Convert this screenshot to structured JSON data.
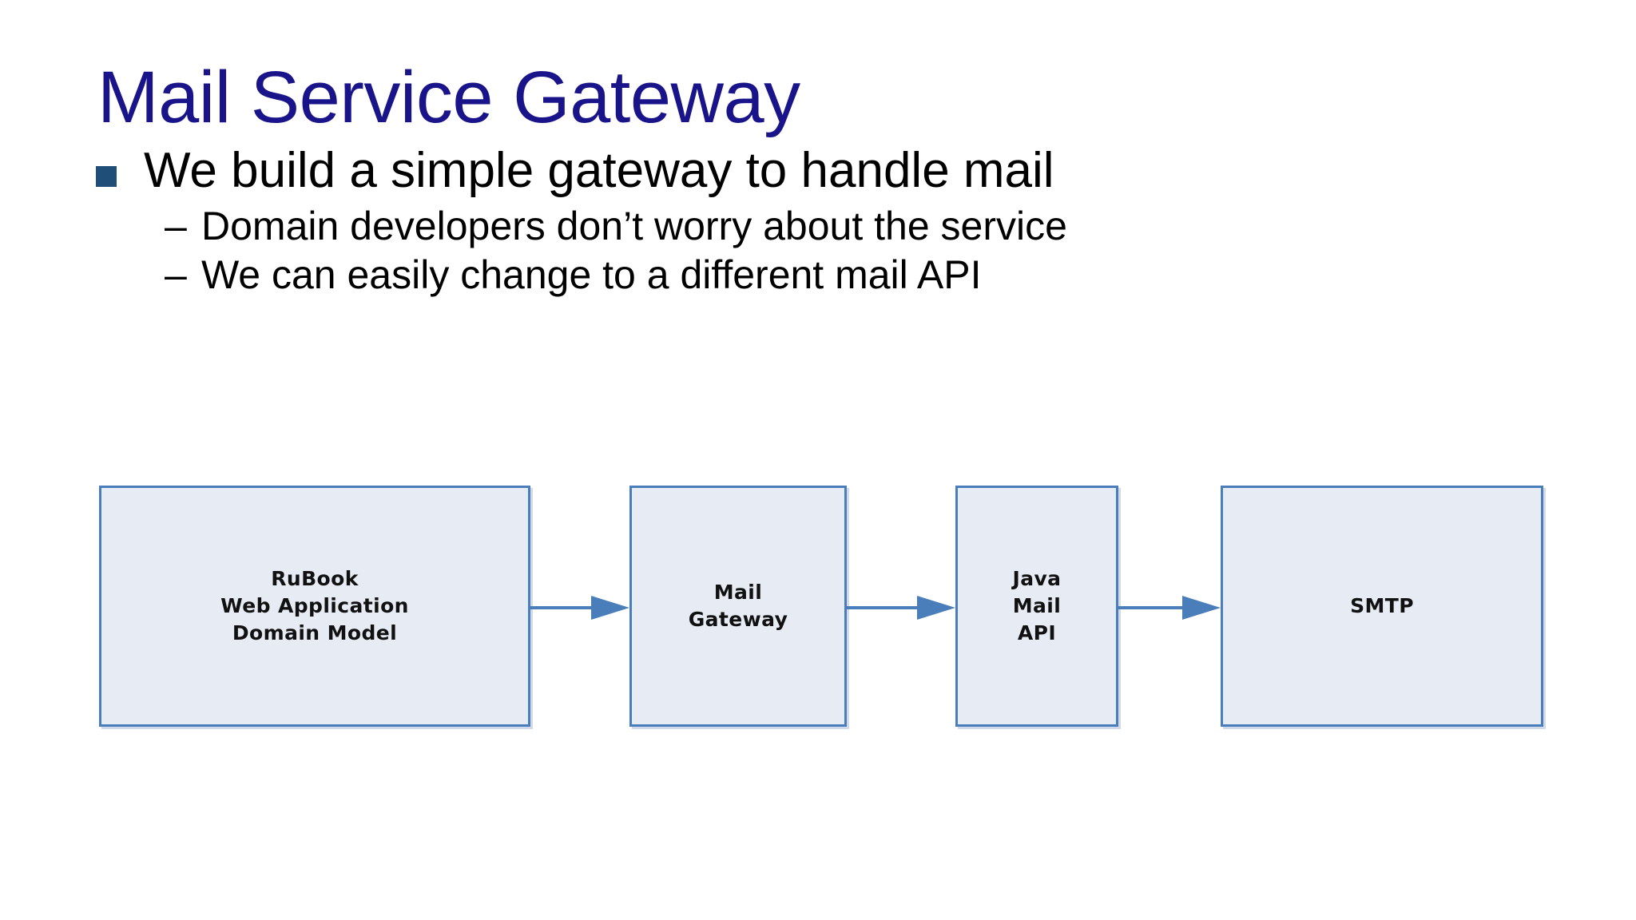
{
  "slide": {
    "title": "Mail Service Gateway",
    "title_color": "#191489",
    "background_color": "#ffffff"
  },
  "body": {
    "bullet_marker_color": "#1f4e79",
    "items": [
      {
        "level": 1,
        "marker": "square",
        "text": "We build a simple gateway to handle mail",
        "children": [
          {
            "level": 2,
            "marker": "–",
            "text": "Domain developers don’t worry about the service"
          },
          {
            "level": 2,
            "marker": "–",
            "text": "We can easily change to a different mail API"
          }
        ]
      }
    ]
  },
  "diagram": {
    "type": "flow",
    "fill_color": "#e7ecf4",
    "border_color": "#4a7ebb",
    "arrow_color": "#4a7ebb",
    "nodes": [
      {
        "id": "rubook",
        "label": "RuBook\nWeb Application\nDomain Model"
      },
      {
        "id": "gateway",
        "label": "Mail\nGateway"
      },
      {
        "id": "javamail",
        "label": "Java\nMail\nAPI"
      },
      {
        "id": "smtp",
        "label": "SMTP"
      }
    ],
    "connectors": [
      {
        "from": "rubook",
        "to": "gateway",
        "direction": "right"
      },
      {
        "from": "gateway",
        "to": "javamail",
        "direction": "right"
      },
      {
        "from": "javamail",
        "to": "smtp",
        "direction": "right"
      }
    ]
  }
}
